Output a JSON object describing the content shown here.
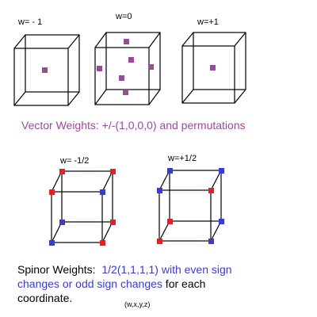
{
  "colors": {
    "purple": "#9b4a9b",
    "red": "#ee1c24",
    "blue": "#3b3bcc",
    "black": "#000000"
  },
  "vector_cubes": [
    {
      "label": "w= - 1"
    },
    {
      "label": "w=0"
    },
    {
      "label": "w=+1"
    }
  ],
  "vector_caption": "Vector Weights:  +/-(1,0,0,0) and permutations",
  "spinor_cubes": [
    {
      "label": "w= -1/2"
    },
    {
      "label": "w=+1/2"
    }
  ],
  "spinor_caption": {
    "line1_black": "Spinor Weights:  ",
    "line1_blue": "1/2(1,1,1,1) with even sign",
    "line2_blue": "changes or odd sign changes",
    "line2_black": " for each",
    "line3_black": "coordinate.",
    "note": "(w,x,y,z)"
  }
}
